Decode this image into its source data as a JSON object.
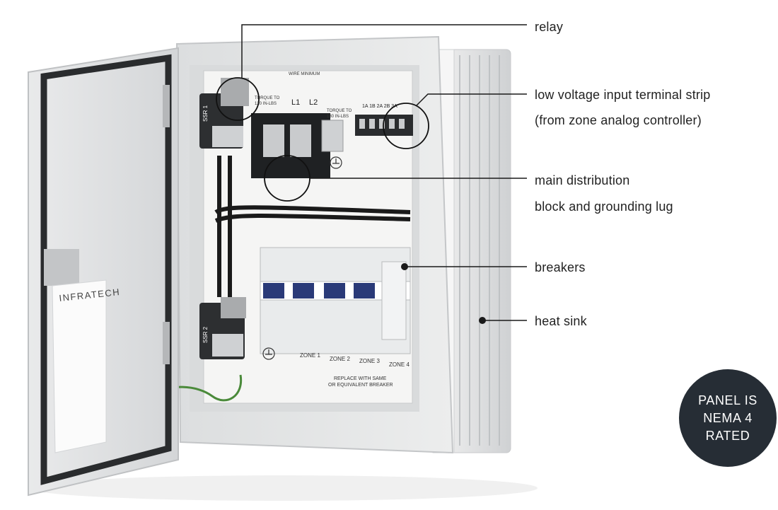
{
  "callouts": {
    "relay": "relay",
    "terminal_strip_line1": "low voltage input terminal strip",
    "terminal_strip_line2": "(from zone analog controller)",
    "distribution_line1": "main distribution",
    "distribution_line2": "block and grounding lug",
    "breakers": "breakers",
    "heat_sink": "heat sink"
  },
  "badge": {
    "line1": "PANEL IS",
    "line2": "NEMA 4",
    "line3": "RATED"
  },
  "panel_labels": {
    "brand": "INFRATECH",
    "wire_minimum": "WIRE MINIMUM",
    "torque_left_1": "TORQUE TO",
    "torque_left_2": "120 IN-LBS",
    "torque_right_1": "TORQUE TO",
    "torque_right_2": "180 IN-LBS",
    "l1": "L1",
    "l2": "L2",
    "terminal_ids": "1A 1B 2A 2B 3A",
    "ssr1": "SSR 1",
    "ssr2": "SSR 2",
    "zone1": "ZONE 1",
    "zone2": "ZONE 2",
    "zone3": "ZONE 3",
    "zone4": "ZONE 4",
    "replace_1": "REPLACE WITH SAME",
    "replace_2": "OR EQUIVALENT BREAKER"
  },
  "colors": {
    "badge_bg": "#262d35",
    "badge_text": "#ffffff",
    "leader": "#1a1a1a"
  }
}
